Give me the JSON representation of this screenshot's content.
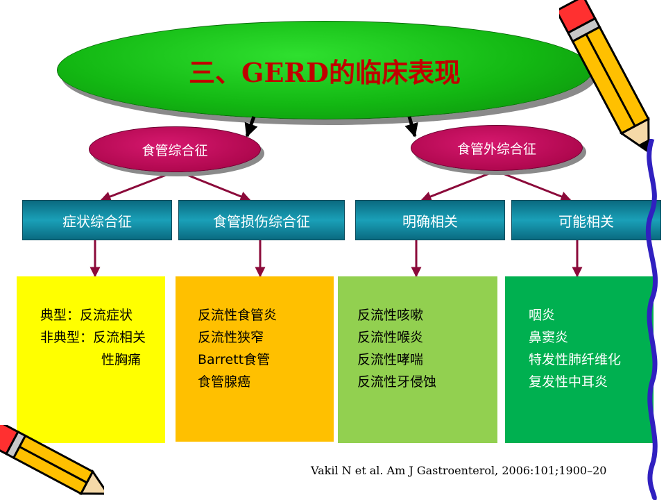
{
  "title": "三、GERD的临床表现",
  "categories": [
    {
      "label": "食管综合征"
    },
    {
      "label": "食管外综合征"
    }
  ],
  "headers": [
    {
      "label": "症状综合征"
    },
    {
      "label": "食管损伤综合征"
    },
    {
      "label": "明确相关"
    },
    {
      "label": "可能相关"
    }
  ],
  "boxes": [
    {
      "lines": [
        "典型：反流症状",
        "非典型：反流相关",
        "性胸痛"
      ],
      "color": "#ffff00"
    },
    {
      "lines": [
        "反流性食管炎",
        "反流性狭窄",
        "Barrett食管",
        "食管腺癌"
      ],
      "color": "#ffc000"
    },
    {
      "lines": [
        "反流性咳嗽",
        "反流性喉炎",
        "反流性哮喘",
        "反流性牙侵蚀"
      ],
      "color": "#92d050"
    },
    {
      "lines": [
        "咽炎",
        "鼻窦炎",
        "特发性肺纤维化",
        "复发性中耳炎"
      ],
      "color": "#00b050"
    }
  ],
  "citation": "Vakil N et al. Am J Gastroenterol, 2006:101;1900–20",
  "colors": {
    "title_fill": "#13b813",
    "title_text": "#c00000",
    "category_fill": "#b0084f",
    "header_fill": "#1aa0b8",
    "arrow": "#8b0a3a"
  }
}
